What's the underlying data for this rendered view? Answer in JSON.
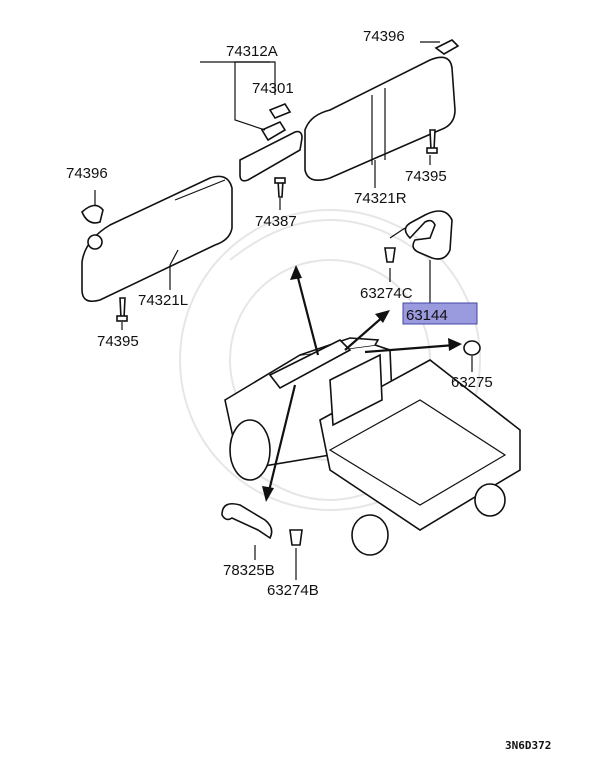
{
  "diagram": {
    "labels": {
      "p74312A": "74312A",
      "p74301": "74301",
      "p74396_top": "74396",
      "p74396_left": "74396",
      "p74395_right": "74395",
      "p74395_left": "74395",
      "p74321R": "74321R",
      "p74321L": "74321L",
      "p74387": "74387",
      "p63274C": "63274C",
      "p63144": "63144",
      "p63275": "63275",
      "p78325B": "78325B",
      "p63274B": "63274B"
    },
    "highlighted_part": "63144",
    "highlight_color": "#9a9ade",
    "diagram_code": "3N6D372"
  }
}
